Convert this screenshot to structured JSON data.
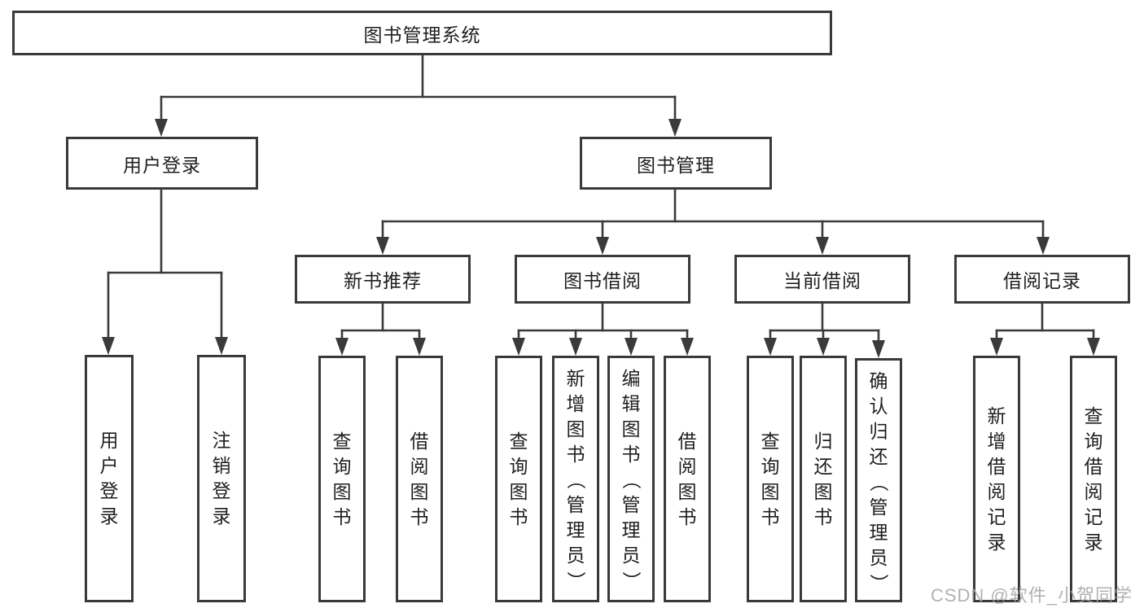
{
  "tree": {
    "id": "root",
    "label": "图书管理系统",
    "children": [
      {
        "id": "user-login",
        "label": "用户登录",
        "children": [
          {
            "id": "user-login-leaf",
            "label": "用户登录"
          },
          {
            "id": "logout-leaf",
            "label": "注销登录"
          }
        ]
      },
      {
        "id": "book-mgmt",
        "label": "图书管理",
        "children": [
          {
            "id": "new-book-rec",
            "label": "新书推荐",
            "children": [
              {
                "id": "nbr-query",
                "label": "查询图书"
              },
              {
                "id": "nbr-borrow",
                "label": "借阅图书"
              }
            ]
          },
          {
            "id": "book-borrow",
            "label": "图书借阅",
            "children": [
              {
                "id": "bb-query",
                "label": "查询图书"
              },
              {
                "id": "bb-add",
                "label": "新增图书（管理员）"
              },
              {
                "id": "bb-edit",
                "label": "编辑图书（管理员）"
              },
              {
                "id": "bb-borrow",
                "label": "借阅图书"
              }
            ]
          },
          {
            "id": "current-borrow",
            "label": "当前借阅",
            "children": [
              {
                "id": "cb-query",
                "label": "查询图书"
              },
              {
                "id": "cb-return",
                "label": "归还图书"
              },
              {
                "id": "cb-confirm",
                "label": "确认归还（管理员）"
              }
            ]
          },
          {
            "id": "borrow-records",
            "label": "借阅记录",
            "children": [
              {
                "id": "br-add",
                "label": "新增借阅记录"
              },
              {
                "id": "br-query",
                "label": "查询借阅记录"
              }
            ]
          }
        ]
      }
    ]
  },
  "watermark": {
    "text": "CSDN @软件_小贺同学"
  },
  "colors": {
    "line": "#3a3a3a",
    "box_border": "#3a3a3a",
    "text": "#1f1f1f",
    "background": "#ffffff",
    "watermark": "#a3a3a3"
  }
}
